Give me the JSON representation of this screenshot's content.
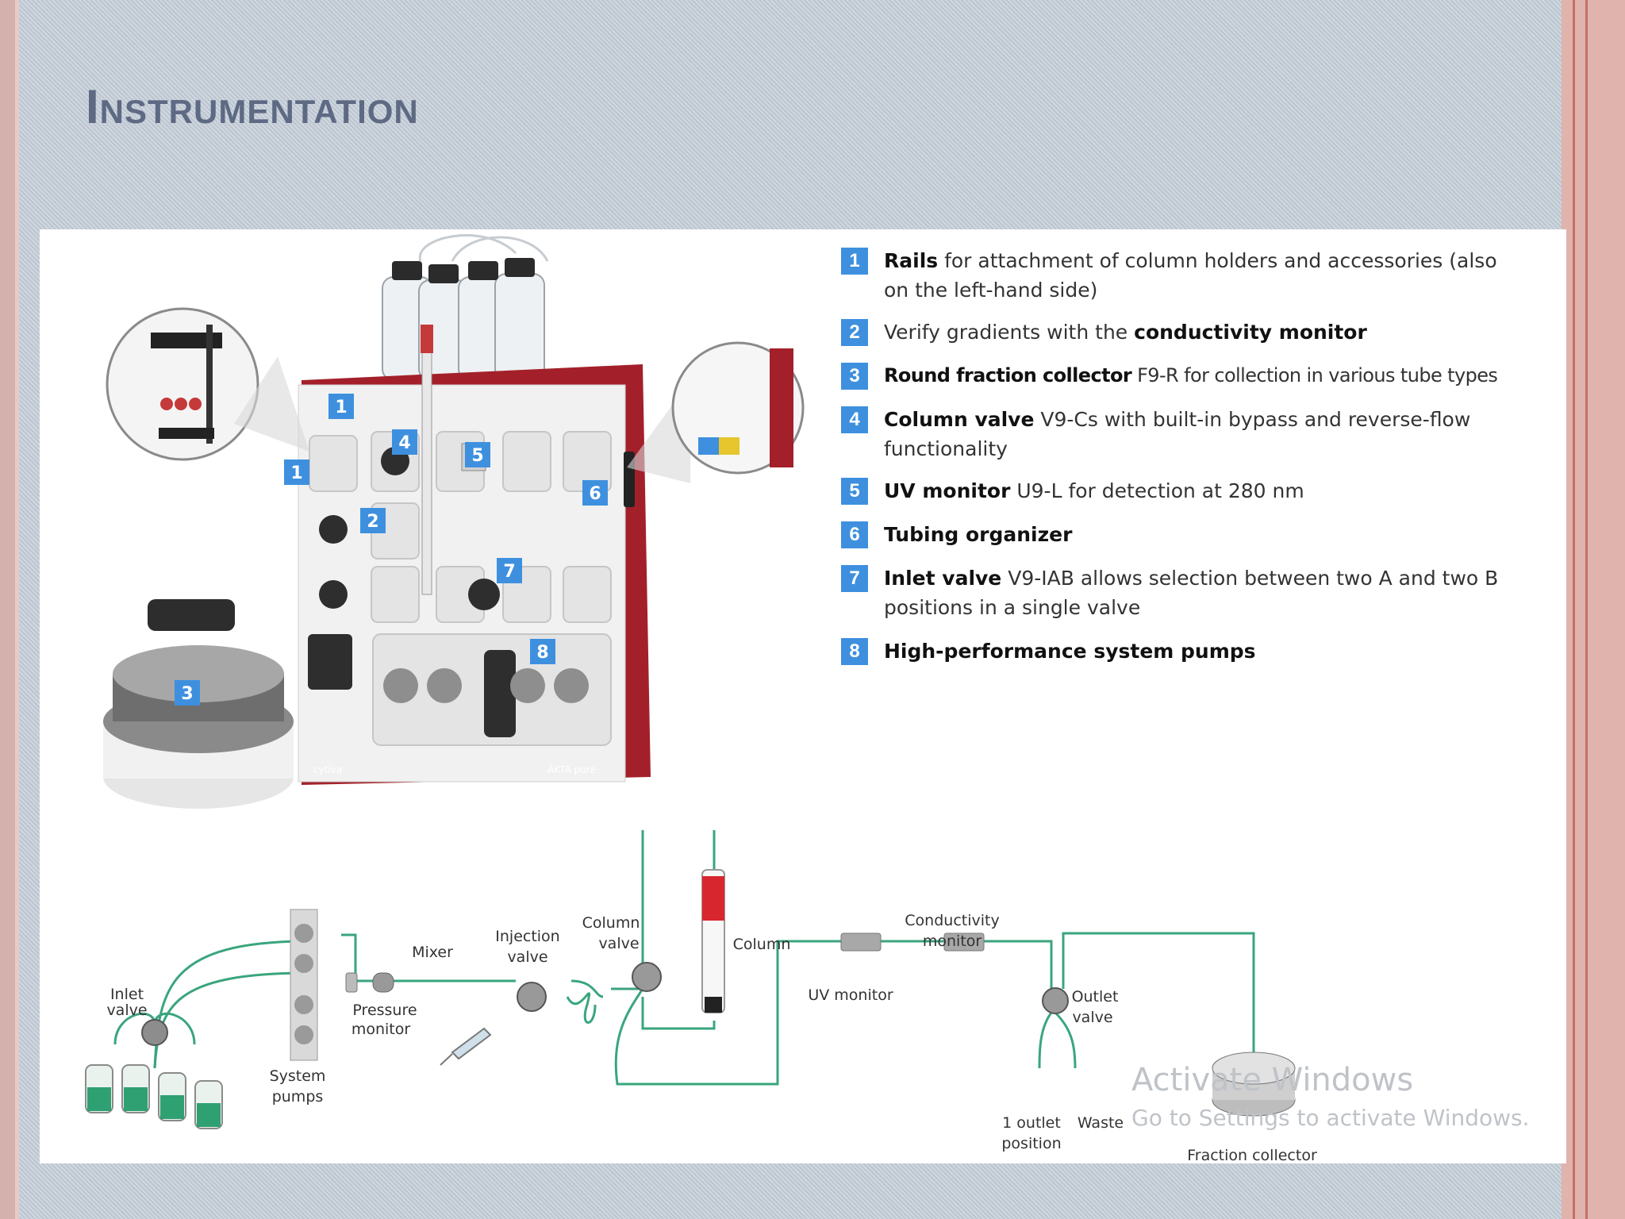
{
  "slide": {
    "title": "Instrumentation"
  },
  "legend": [
    {
      "num": "1",
      "bold": "Rails",
      "bold_after": "",
      "text": " for attachment of column holders and accessories (also on the left-hand side)"
    },
    {
      "num": "2",
      "bold": "",
      "text": "Verify gradients with the ",
      "bold_after": "conductivity monitor"
    },
    {
      "num": "3",
      "bold": "Round fraction collector",
      "bold_after": "",
      "text": " F9-R for collection in various tube types"
    },
    {
      "num": "4",
      "bold": "Column valve",
      "bold_after": "",
      "text": " V9-Cs with built-in bypass and reverse-flow functionality"
    },
    {
      "num": "5",
      "bold": "UV monitor",
      "bold_after": "",
      "text": " U9-L for detection at 280 nm"
    },
    {
      "num": "6",
      "bold": "Tubing organizer",
      "bold_after": "",
      "text": ""
    },
    {
      "num": "7",
      "bold": "Inlet valve",
      "bold_after": "",
      "text": " V9-IAB allows selection between two A and two B positions in a single valve"
    },
    {
      "num": "8",
      "bold": "High-performance system pumps",
      "bold_after": "",
      "text": ""
    }
  ],
  "photo": {
    "markers": [
      "1",
      "1",
      "2",
      "3",
      "4",
      "5",
      "6",
      "7",
      "8"
    ],
    "brand_left": "cytiva",
    "brand_right": "ÄKTA pure"
  },
  "diagram": {
    "labels": {
      "inlet_valve_1": "Inlet",
      "inlet_valve_2": "valve",
      "system_pumps_1": "System",
      "system_pumps_2": "pumps",
      "pressure_monitor_1": "Pressure",
      "pressure_monitor_2": "monitor",
      "mixer": "Mixer",
      "injection_valve_1": "Injection",
      "injection_valve_2": "valve",
      "column_valve_1": "Column",
      "column_valve_2": "valve",
      "column": "Column",
      "uv_monitor": "UV monitor",
      "conductivity_monitor_1": "Conductivity",
      "conductivity_monitor_2": "monitor",
      "outlet_valve_1": "Outlet",
      "outlet_valve_2": "valve",
      "outlet_position_1": "1 outlet",
      "outlet_position_2": "position",
      "waste": "Waste",
      "fraction_collector": "Fraction collector"
    }
  },
  "watermark": {
    "line1": "Activate Windows",
    "line2": "Go to Settings to activate Windows."
  },
  "colors": {
    "badge": "#3e90df",
    "tubing": "#3aa57d",
    "title": "#5e6a84",
    "instrument_red": "#a3202a"
  }
}
